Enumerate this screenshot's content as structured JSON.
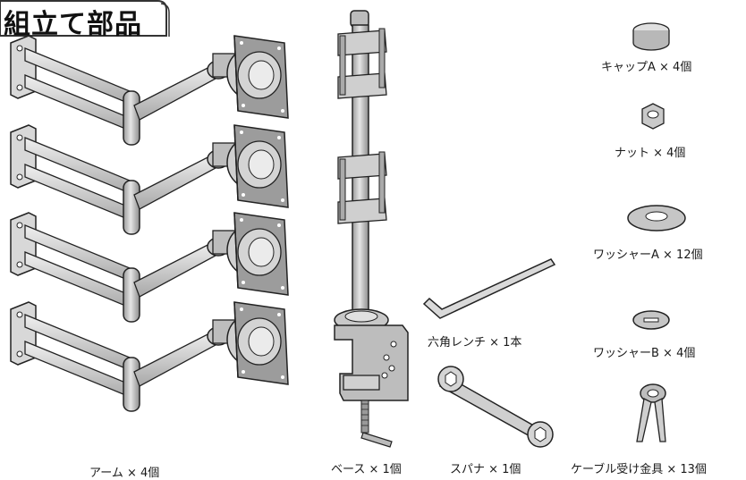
{
  "title": "組立て部品",
  "parts": {
    "arm": "アーム × 4個",
    "base": "ベース × 1個",
    "spanner": "スパナ × 1個",
    "cable_clip": "ケーブル受け金具 × 13個",
    "hex_wrench": "六角レンチ × 1本",
    "cap": "キャップA × 4個",
    "nut": "ナット × 4個",
    "washer_a": "ワッシャーA × 12個",
    "washer_b": "ワッシャーB × 4個"
  },
  "colors": {
    "metal_fill": "#d6d6d6",
    "metal_dark": "#8a8a8a",
    "stroke": "#2a2a2a",
    "tab_border": "#333333"
  }
}
